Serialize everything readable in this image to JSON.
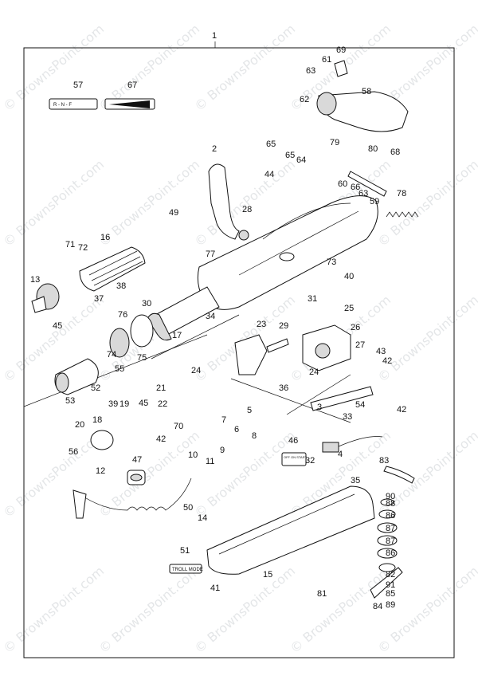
{
  "assembly_number": "1",
  "watermark_text": "© BrownsPoint.com",
  "decal_labels": {
    "shift_pattern": "R - N - F",
    "troll_mode": "TROLL MODE",
    "off_on_start": "OFF ON START"
  },
  "callouts": [
    {
      "id": "57"
    },
    {
      "id": "67"
    },
    {
      "id": "61"
    },
    {
      "id": "69"
    },
    {
      "id": "63"
    },
    {
      "id": "62"
    },
    {
      "id": "58"
    },
    {
      "id": "65"
    },
    {
      "id": "65"
    },
    {
      "id": "64"
    },
    {
      "id": "79"
    },
    {
      "id": "80"
    },
    {
      "id": "68"
    },
    {
      "id": "2"
    },
    {
      "id": "44"
    },
    {
      "id": "60"
    },
    {
      "id": "66"
    },
    {
      "id": "63"
    },
    {
      "id": "59"
    },
    {
      "id": "78"
    },
    {
      "id": "49"
    },
    {
      "id": "28"
    },
    {
      "id": "71"
    },
    {
      "id": "72"
    },
    {
      "id": "16"
    },
    {
      "id": "77"
    },
    {
      "id": "73"
    },
    {
      "id": "13"
    },
    {
      "id": "38"
    },
    {
      "id": "37"
    },
    {
      "id": "31"
    },
    {
      "id": "40"
    },
    {
      "id": "45"
    },
    {
      "id": "30"
    },
    {
      "id": "76"
    },
    {
      "id": "25"
    },
    {
      "id": "34"
    },
    {
      "id": "23"
    },
    {
      "id": "29"
    },
    {
      "id": "26"
    },
    {
      "id": "17"
    },
    {
      "id": "27"
    },
    {
      "id": "43"
    },
    {
      "id": "74"
    },
    {
      "id": "75"
    },
    {
      "id": "55"
    },
    {
      "id": "42"
    },
    {
      "id": "24"
    },
    {
      "id": "24"
    },
    {
      "id": "53"
    },
    {
      "id": "52"
    },
    {
      "id": "39"
    },
    {
      "id": "19"
    },
    {
      "id": "21"
    },
    {
      "id": "36"
    },
    {
      "id": "54"
    },
    {
      "id": "42"
    },
    {
      "id": "18"
    },
    {
      "id": "22"
    },
    {
      "id": "3"
    },
    {
      "id": "33"
    },
    {
      "id": "45"
    },
    {
      "id": "20"
    },
    {
      "id": "70"
    },
    {
      "id": "7"
    },
    {
      "id": "5"
    },
    {
      "id": "42"
    },
    {
      "id": "6"
    },
    {
      "id": "8"
    },
    {
      "id": "46"
    },
    {
      "id": "9"
    },
    {
      "id": "32"
    },
    {
      "id": "56"
    },
    {
      "id": "12"
    },
    {
      "id": "47"
    },
    {
      "id": "10"
    },
    {
      "id": "11"
    },
    {
      "id": "4"
    },
    {
      "id": "83"
    },
    {
      "id": "35"
    },
    {
      "id": "90"
    },
    {
      "id": "88"
    },
    {
      "id": "86"
    },
    {
      "id": "87"
    },
    {
      "id": "50"
    },
    {
      "id": "14"
    },
    {
      "id": "87"
    },
    {
      "id": "86"
    },
    {
      "id": "51"
    },
    {
      "id": "15"
    },
    {
      "id": "82"
    },
    {
      "id": "41"
    },
    {
      "id": "81"
    },
    {
      "id": "91"
    },
    {
      "id": "85"
    },
    {
      "id": "84"
    },
    {
      "id": "89"
    }
  ]
}
